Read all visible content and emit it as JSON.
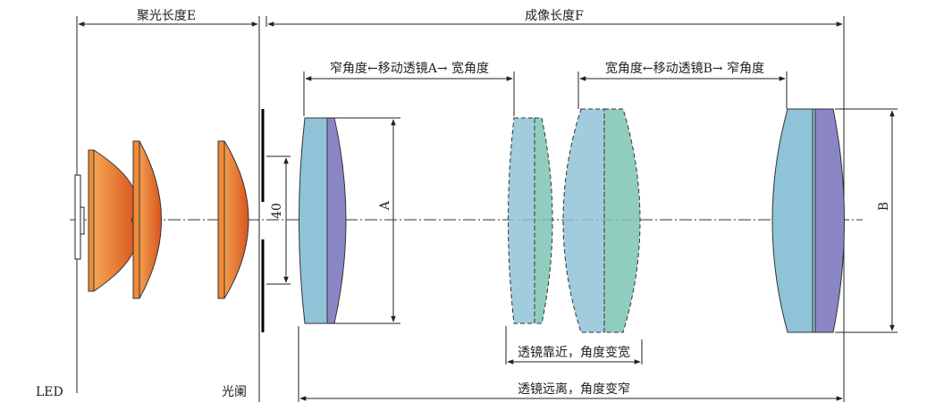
{
  "labels": {
    "condenser_length": "聚光长度E",
    "imaging_length": "成像长度F",
    "move_lens_a": "窄角度←移动透镜A→ 宽角度",
    "move_lens_b": "宽角度←移动透镜B→ 窄角度",
    "lens_closer": "透镜靠近，角度变宽",
    "lens_farther": "透镜远离，角度变窄",
    "led": "LED",
    "aperture": "光阑",
    "aperture_size": "40",
    "dim_a": "A",
    "dim_b": "B"
  },
  "colors": {
    "condenser_lens": "#e8732e",
    "condenser_lens_light": "#f7b15a",
    "lens_blue": "#8fc3d8",
    "lens_purple": "#8a86c6",
    "lens_teal": "#7cc4b4",
    "led_body": "#ffffff"
  }
}
